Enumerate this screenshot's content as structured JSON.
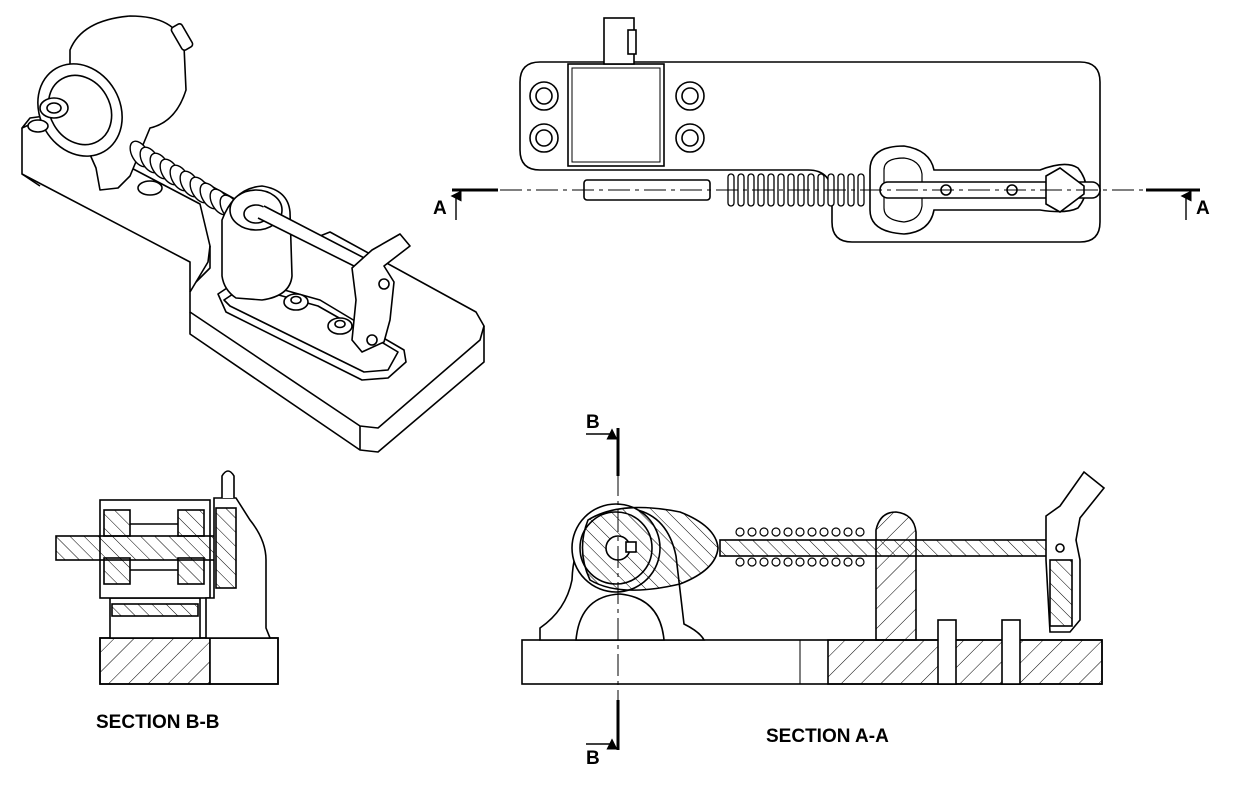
{
  "colors": {
    "ink": "#000000",
    "paper": "#ffffff"
  },
  "section_markers": {
    "a_left": "A",
    "a_right": "A",
    "b_top": "B",
    "b_bottom": "B"
  },
  "captions": {
    "section_b": "SECTION B-B",
    "section_a": "SECTION A-A"
  }
}
